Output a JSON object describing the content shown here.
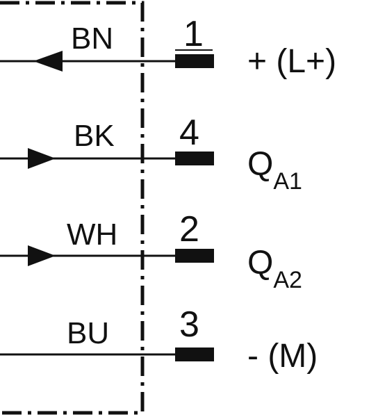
{
  "colors": {
    "stroke": "#111111",
    "background": "#ffffff"
  },
  "rows": [
    {
      "wire": "BN",
      "pin": "1",
      "signal": "+ (L+)",
      "signal_sub": "",
      "arrow": "left"
    },
    {
      "wire": "BK",
      "pin": "4",
      "signal": "Q",
      "signal_sub": "A1",
      "arrow": "right"
    },
    {
      "wire": "WH",
      "pin": "2",
      "signal": "Q",
      "signal_sub": "A2",
      "arrow": "right"
    },
    {
      "wire": "BU",
      "pin": "3",
      "signal": "- (M)",
      "signal_sub": "",
      "arrow": "none"
    }
  ]
}
